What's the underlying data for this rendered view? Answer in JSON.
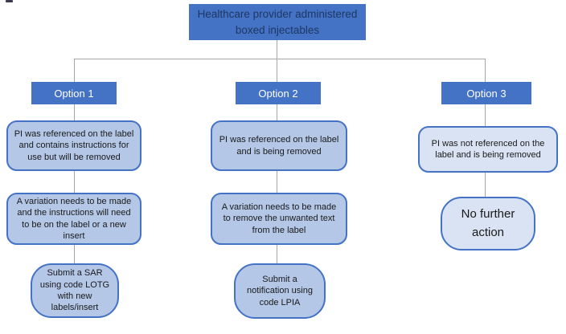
{
  "colors": {
    "node_dark_blue": "#4472C4",
    "root_text": "#1F3864",
    "option_text": "#ffffff",
    "soft_fill": "#B4C7E7",
    "soft_fill_light": "#DAE3F3",
    "box_border": "#4472C4",
    "connector_gray": "#A6A6A6"
  },
  "flowchart": {
    "root": {
      "label": "Healthcare provider administered boxed injectables"
    },
    "options": [
      {
        "label": "Option 1",
        "steps": [
          "PI was referenced on the label and contains instructions for use but will be removed",
          "A variation needs to be made and the instructions will need to be on the label or a new insert",
          "Submit a SAR using code LOTG with new labels/insert"
        ]
      },
      {
        "label": "Option 2",
        "steps": [
          "PI was referenced on the label and is being removed",
          "A variation needs to be made to remove the unwanted text from the label",
          "Submit a notification using code LPIA"
        ]
      },
      {
        "label": "Option 3",
        "steps": [
          "PI was not referenced on the label and is being removed",
          "No further action"
        ]
      }
    ]
  }
}
